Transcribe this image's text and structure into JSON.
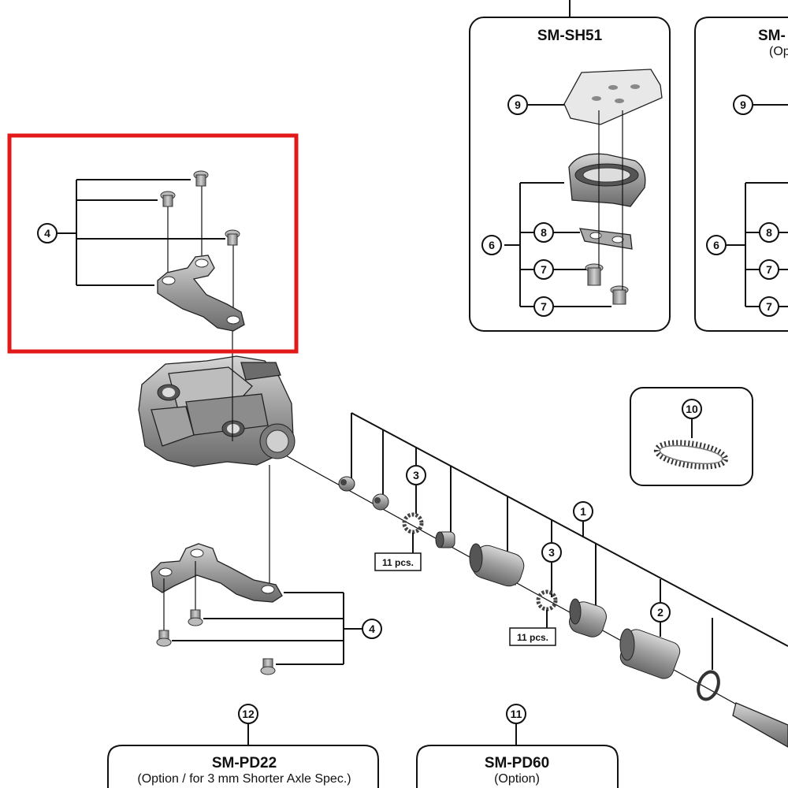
{
  "callouts": {
    "c1": "1",
    "c2": "2",
    "c3a": "3",
    "c3b": "3",
    "c4_top": "4",
    "c4_bottom": "4",
    "c6_left": "6",
    "c6_right": "6",
    "c7a": "7",
    "c7b": "7",
    "c7c": "7",
    "c7d": "7",
    "c8_left": "8",
    "c8_right": "8",
    "c9_left": "9",
    "c9_right": "9",
    "c10": "10",
    "c11": "11",
    "c12": "12"
  },
  "quantity_labels": {
    "q1": "11 pcs.",
    "q2": "11 pcs."
  },
  "boxes": {
    "sh51": {
      "title": "SM-SH51"
    },
    "sh_right": {
      "title": "SM-",
      "subtitle": "(Op"
    },
    "pd22": {
      "title": "SM-PD22",
      "subtitle": "(Option / for 3 mm Shorter Axle Spec.)"
    },
    "pd60": {
      "title": "SM-PD60",
      "subtitle": "(Option)"
    }
  },
  "colors": {
    "highlight": "#e31818",
    "line": "#111111",
    "part_dark": "#6e6e6e",
    "part_mid": "#9a9a9a",
    "part_light": "#c9c9c9"
  }
}
